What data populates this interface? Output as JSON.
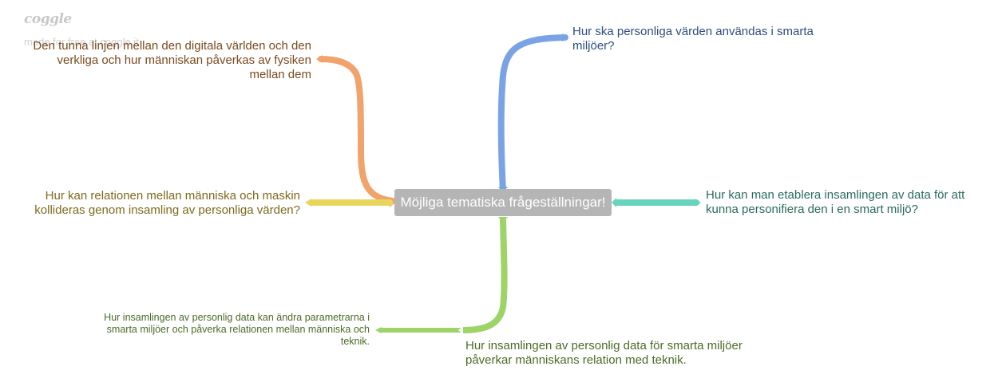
{
  "watermark": {
    "logo": "coggle",
    "subtitle": "made for free at coggle.it"
  },
  "central_topic": "Möjliga tematiska frågeställningar!",
  "branches": [
    {
      "key": "blue",
      "color": "#7aa3e5",
      "text_color": "#2d4e7e",
      "text": "Hur ska personliga värden användas i smarta miljöer?"
    },
    {
      "key": "orange",
      "color": "#f0a46c",
      "text_color": "#7a4a1e",
      "text": "Den tunna linjen mellan den digitala världen och den verkliga och hur människan påverkas av fysiken mellan dem"
    },
    {
      "key": "yellow",
      "color": "#e9d55c",
      "text_color": "#7d6a1c",
      "text": "Hur kan relationen mellan människa och maskin kollideras genom insamling av personliga värden?"
    },
    {
      "key": "teal",
      "color": "#67d4bd",
      "text_color": "#2a6b5d",
      "text": "Hur kan man etablera insamlingen av data för att kunna personifiera den i en smart miljö?"
    },
    {
      "key": "green",
      "color": "#9ed467",
      "text_color": "#4a6b28",
      "text": "Hur insamlingen av personlig data för smarta miljöer påverkar människans relation med teknik.",
      "children": [
        {
          "key": "green-child",
          "color": "#9ed467",
          "text_color": "#4a6b28",
          "text": "Hur insamlingen av personlig data kan ändra parametrarna i smarta miljöer och påverka relationen mellan människa och teknik."
        }
      ]
    }
  ]
}
